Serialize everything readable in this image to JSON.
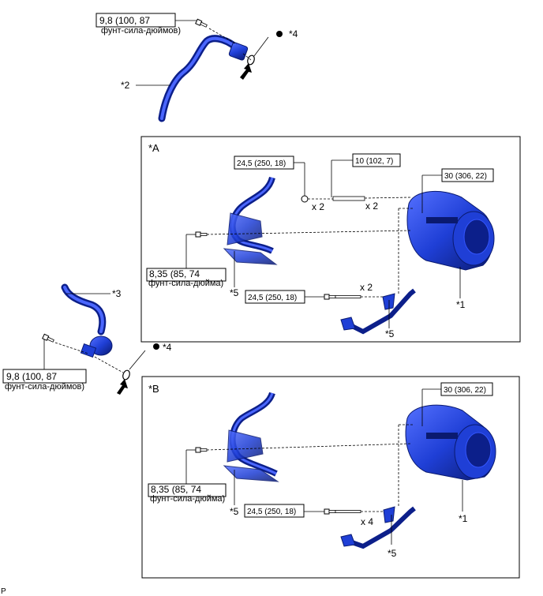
{
  "panels": {
    "a": {
      "tag": "*A"
    },
    "b": {
      "tag": "*B"
    }
  },
  "callouts": {
    "c1": "*1",
    "c2": "*2",
    "c3": "*3",
    "c4": "*4",
    "c5": "*5"
  },
  "torque": {
    "t_9_8_line1": "9,8 (100, 87",
    "t_9_8_line2": "фунт-сила-дюймов)",
    "t_8_35_line1": "8,35 (85, 74",
    "t_8_35_line2": "фунт-сила-дюйма)",
    "t_24_5": "24,5 (250, 18)",
    "t_10": "10 (102, 7)",
    "t_30": "30 (306, 22)"
  },
  "quantities": {
    "x2": "x 2",
    "x4": "x 4"
  },
  "footer": {
    "code": "P"
  },
  "colors": {
    "part_blue": "#1f3fd6",
    "part_dark": "#0c1f8a",
    "line": "#000000"
  }
}
